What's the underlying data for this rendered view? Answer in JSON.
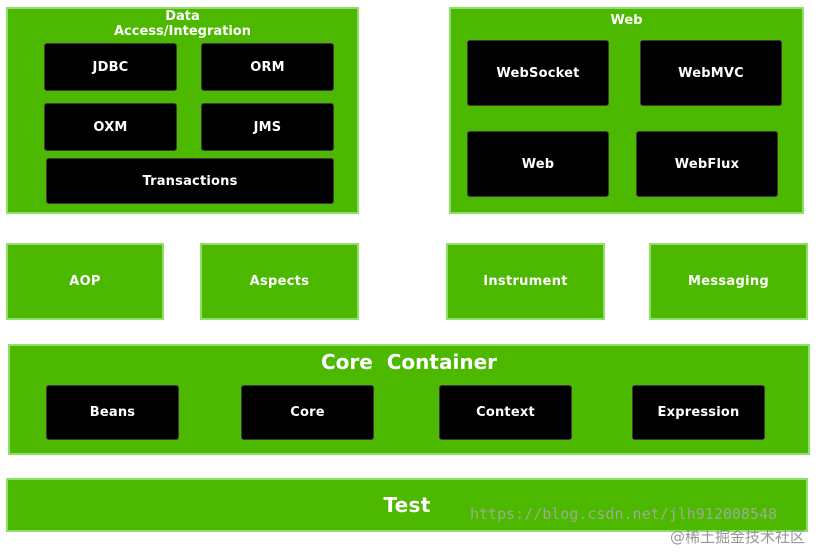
{
  "data_access": {
    "title": "Data\nAccess/Integration",
    "items": [
      "JDBC",
      "ORM",
      "OXM",
      "JMS",
      "Transactions"
    ]
  },
  "web": {
    "title": "Web",
    "items": [
      "WebSocket",
      "WebMVC",
      "Web",
      "WebFlux"
    ]
  },
  "middle": [
    "AOP",
    "Aspects",
    "Instrument",
    "Messaging"
  ],
  "core": {
    "title": "Core  Container",
    "items": [
      "Beans",
      "Core",
      "Context",
      "Expression"
    ]
  },
  "test": {
    "title": "Test"
  },
  "watermark": {
    "url": "https://blog.csdn.net/jlh912008548",
    "credit": "@稀土掘金技术社区"
  },
  "colors": {
    "module_green": "#4cb800",
    "module_border": "#8fe06a",
    "block": "#000000",
    "text": "#ffffff"
  }
}
